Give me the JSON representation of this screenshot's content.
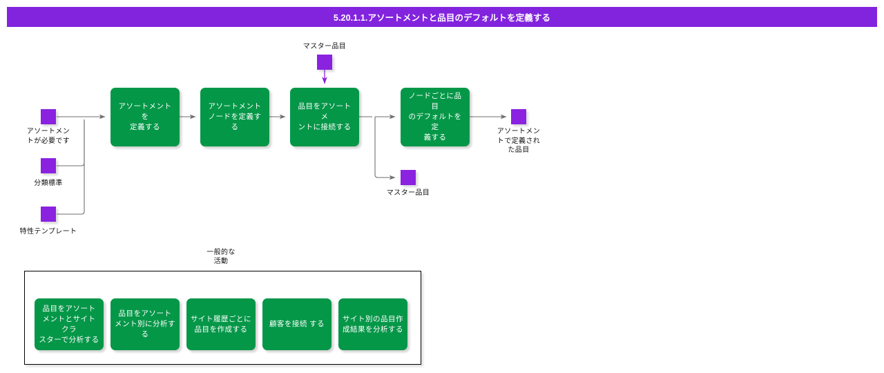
{
  "header": {
    "title": "5.20.1.1.アソートメントと品目のデフォルトを定義する",
    "bar_color": "#8224DE",
    "text_color": "#ffffff"
  },
  "theme": {
    "process_color": "#059748",
    "data_color": "#8A22E0",
    "edge_color": "#6E6E6E",
    "data_edge_color": "#8A22E0",
    "container_border": "#000000",
    "background": "#ffffff"
  },
  "flow": {
    "inputs": [
      {
        "id": "input-assortment-required",
        "label": "アソートメン\nトが必要です"
      },
      {
        "id": "input-classification-standard",
        "label": "分類標準"
      },
      {
        "id": "input-attribute-template",
        "label": "特性テンプレート"
      }
    ],
    "process_steps": [
      {
        "id": "step-define-assortment",
        "label": "アソートメントを\n定義する"
      },
      {
        "id": "step-define-assortment-node",
        "label": "アソートメント\nノードを定義する"
      },
      {
        "id": "step-connect-item-to-assortment",
        "label": "品目をアソートメ\nントに接続する"
      },
      {
        "id": "step-define-item-defaults-per-node",
        "label": "ノードごとに品目\nのデフォルトを定\n義する"
      }
    ],
    "top_data": {
      "id": "data-master-item-top",
      "label": "マスター品目"
    },
    "branch_data": {
      "id": "data-master-item-branch",
      "label": "マスター品目"
    },
    "output_data": {
      "id": "data-assortment-defined-items",
      "label": "アソートメン\nトで定義され\nた品目"
    }
  },
  "activities": {
    "caption": "一般的な\n活動",
    "items": [
      {
        "id": "activity-analyze-item-assortment-site-cluster",
        "label": "品目をアソート\nメントとサイト クラ\nスターで分析する"
      },
      {
        "id": "activity-analyze-item-by-assortment",
        "label": "品目をアソート\nメント別に分析する"
      },
      {
        "id": "activity-create-item-per-site-history",
        "label": "サイト履歴ごとに\n品目を作成する"
      },
      {
        "id": "activity-connect-customer",
        "label": "顧客を接続 する"
      },
      {
        "id": "activity-analyze-item-creation-by-site",
        "label": "サイト別の品目作\n成結果を分析する"
      }
    ]
  }
}
